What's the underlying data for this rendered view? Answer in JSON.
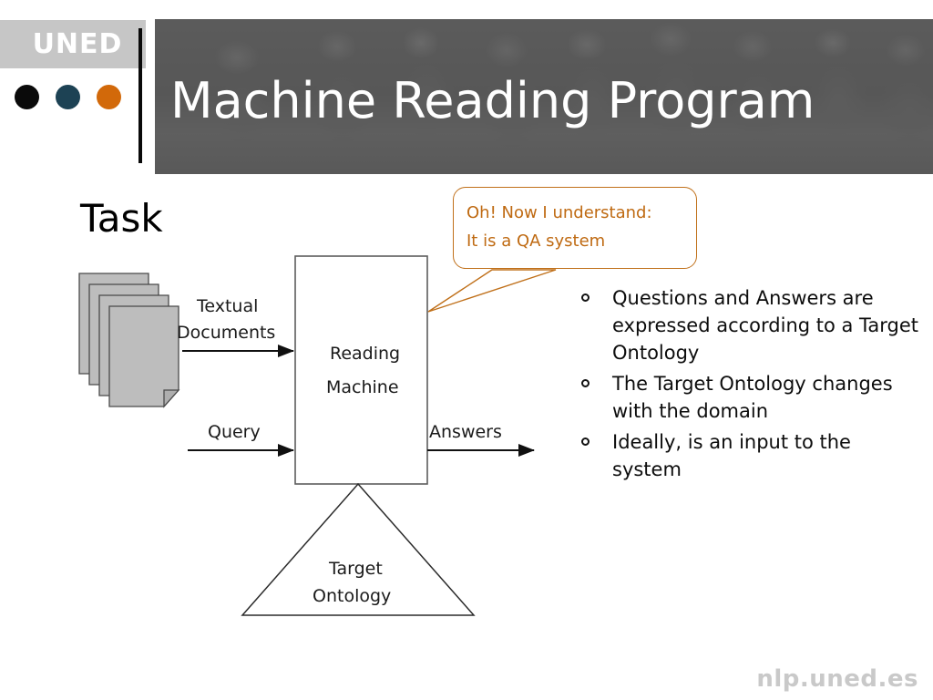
{
  "slide": {
    "title": "Machine Reading Program",
    "section_heading": "Task",
    "footer_url": "nlp.uned.es"
  },
  "branding": {
    "wordmark": "UNED",
    "dots": [
      {
        "name": "black",
        "color": "#0a0a0a"
      },
      {
        "name": "teal",
        "color": "#1d4254"
      },
      {
        "name": "orange",
        "color": "#d2690a"
      }
    ],
    "banner_color": "#555555",
    "bar_color": "#c6c6c6"
  },
  "speech_bubble": {
    "text": "Oh! Now I understand:\nIt is a QA system",
    "line1": "Oh! Now I understand:",
    "line2": "It is a QA system",
    "color": "#bf6a12"
  },
  "diagram": {
    "documents_icon_label": "textual-documents-stack",
    "process_box": {
      "line1": "Reading",
      "line2": "Machine"
    },
    "triangle": {
      "line1": "Target",
      "line2": "Ontology"
    },
    "arrows": [
      {
        "id": "input-documents",
        "label_line1": "Textual",
        "label_line2": "Documents"
      },
      {
        "id": "input-query",
        "label": "Query"
      },
      {
        "id": "output-answers",
        "label": "Answers"
      }
    ]
  },
  "bullets": [
    "Questions and Answers are expressed according to a Target Ontology",
    "The Target Ontology changes with the domain",
    "Ideally, is an input to the system"
  ]
}
